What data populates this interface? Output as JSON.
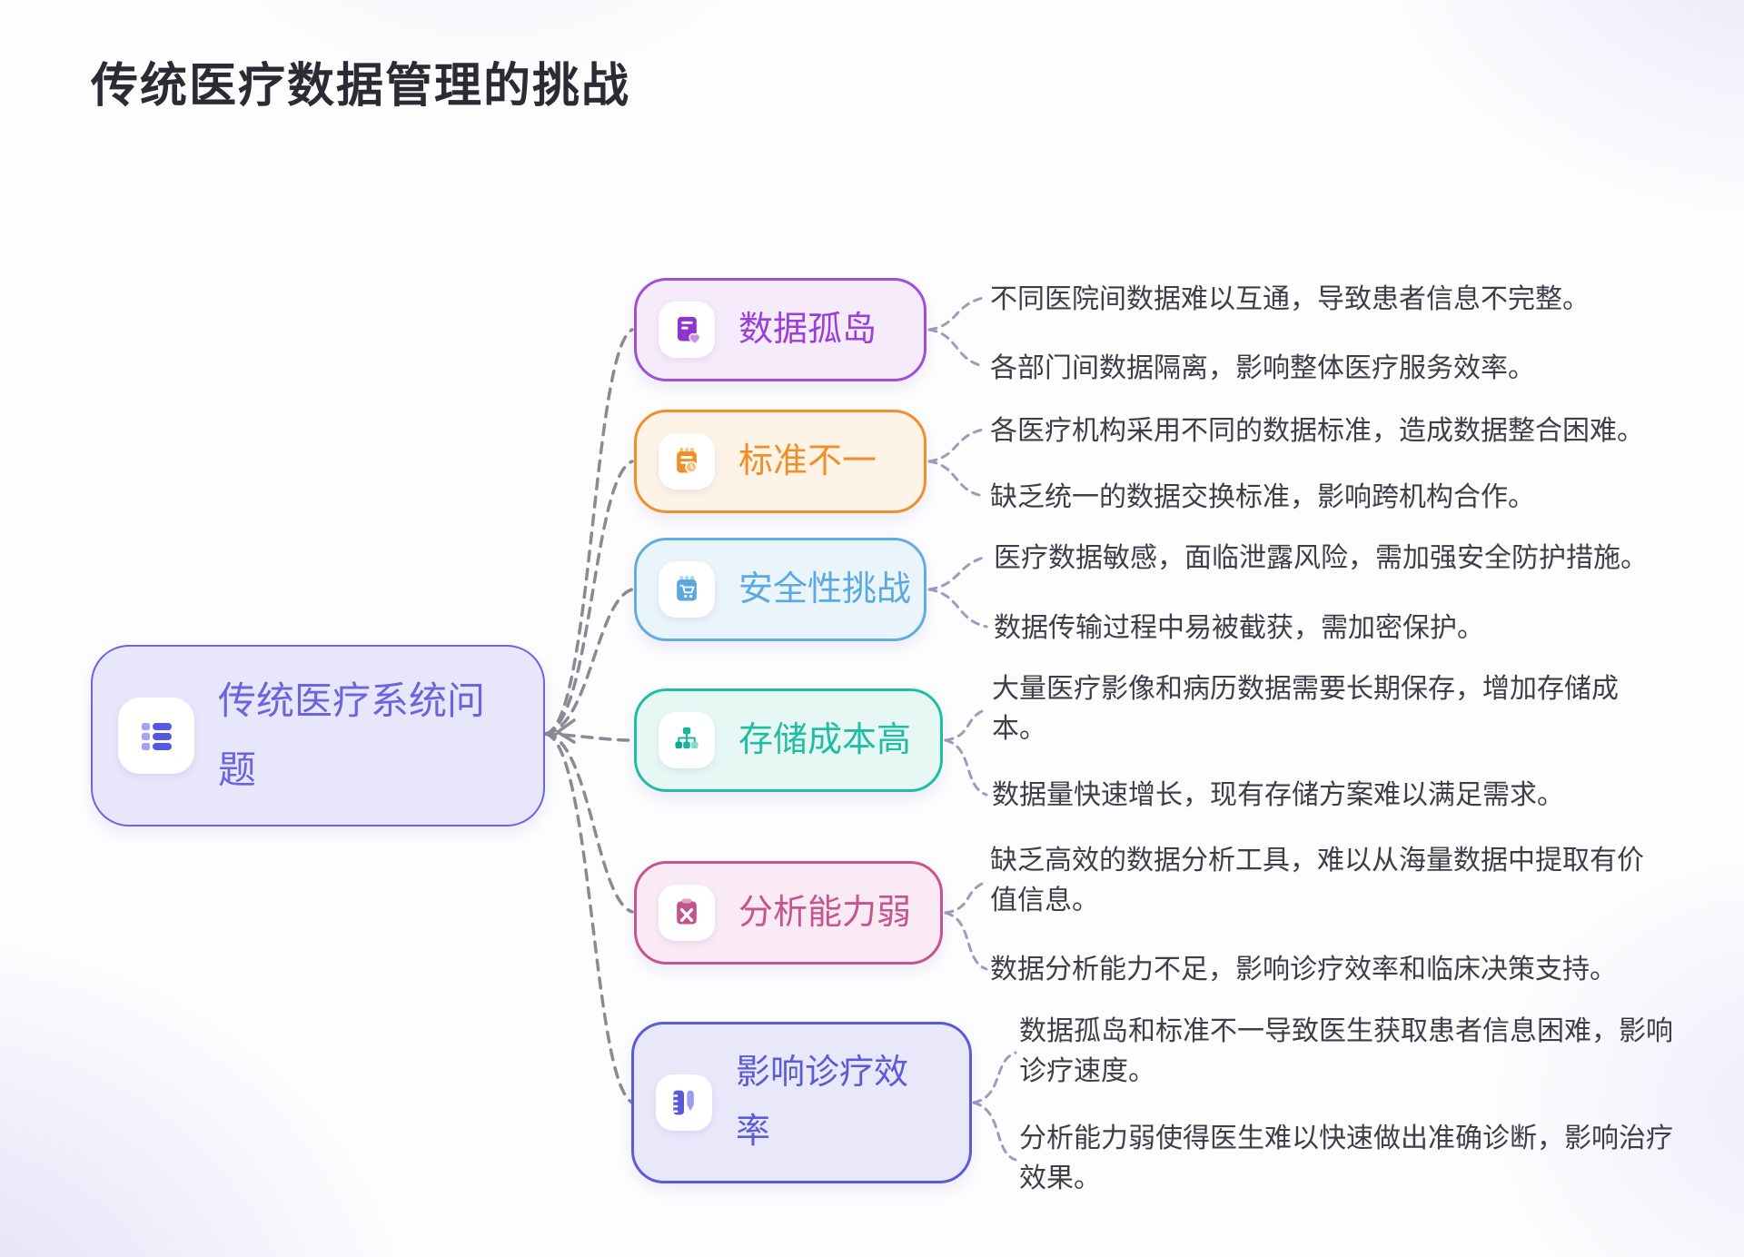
{
  "page": {
    "title": "传统医疗数据管理的挑战"
  },
  "root": {
    "label": "传统医疗系统问题",
    "icon": "list-icon",
    "accent": "#6C63DF"
  },
  "branches": [
    {
      "label": "数据孤岛",
      "icon": "document-heart-icon",
      "accent": "#9B3FD9",
      "leaves": [
        "不同医院间数据难以互通，导致患者信息不完整。",
        "各部门间数据隔离，影响整体医疗服务效率。"
      ]
    },
    {
      "label": "标准不一",
      "icon": "clipboard-clock-icon",
      "accent": "#F08F2A",
      "leaves": [
        "各医疗机构采用不同的数据标准，造成数据整合困难。",
        "缺乏统一的数据交换标准，影响跨机构合作。"
      ]
    },
    {
      "label": "安全性挑战",
      "icon": "calendar-cart-icon",
      "accent": "#5BA9DF",
      "leaves": [
        "医疗数据敏感，面临泄露风险，需加强安全防护措施。",
        "数据传输过程中易被截获，需加密保护。"
      ]
    },
    {
      "label": "存储成本高",
      "icon": "sitemap-icon",
      "accent": "#1FBEA4",
      "leaves": [
        "大量医疗影像和病历数据需要长期保存，增加存储成本。",
        "数据量快速增长，现有存储方案难以满足需求。"
      ]
    },
    {
      "label": "分析能力弱",
      "icon": "clipboard-tools-icon",
      "accent": "#C75490",
      "leaves": [
        "缺乏高效的数据分析工具，难以从海量数据中提取有价值信息。",
        "数据分析能力不足，影响诊疗效率和临床决策支持。"
      ]
    },
    {
      "label": "影响诊疗效率",
      "icon": "notes-pen-icon",
      "accent": "#5B5BD6",
      "leaves": [
        "数据孤岛和标准不一导致医生获取患者信息困难，影响诊疗速度。",
        "分析能力弱使得医生难以快速做出准确诊断，影响治疗效果。"
      ]
    }
  ],
  "connector_colors": {
    "root_links": "#8A8A96",
    "leaf_links": "#9C9CBE"
  }
}
